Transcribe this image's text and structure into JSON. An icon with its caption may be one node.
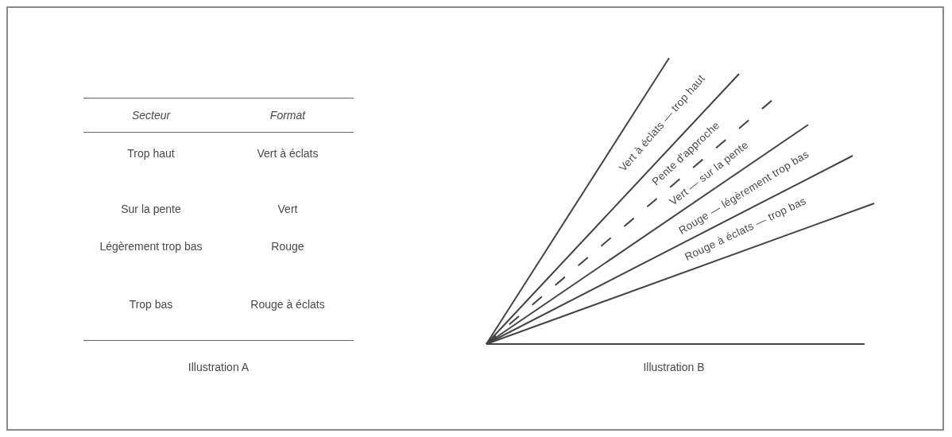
{
  "diagram": {
    "labels": [
      "Secteur",
      "Format",
      "Trop haut",
      "Vert à éclats",
      "Sur la pente",
      "Vert",
      "Légèrement trop bas",
      "Rouge",
      "Trop bas",
      "Rouge à éclats",
      "Illustration A",
      "Vert à éclats — trop haut",
      "Pente d'approche",
      "Vert — sur la pente",
      "Rouge — légèrement trop bas",
      "Rouge à éclats — trop bas",
      "Illustration B"
    ]
  }
}
